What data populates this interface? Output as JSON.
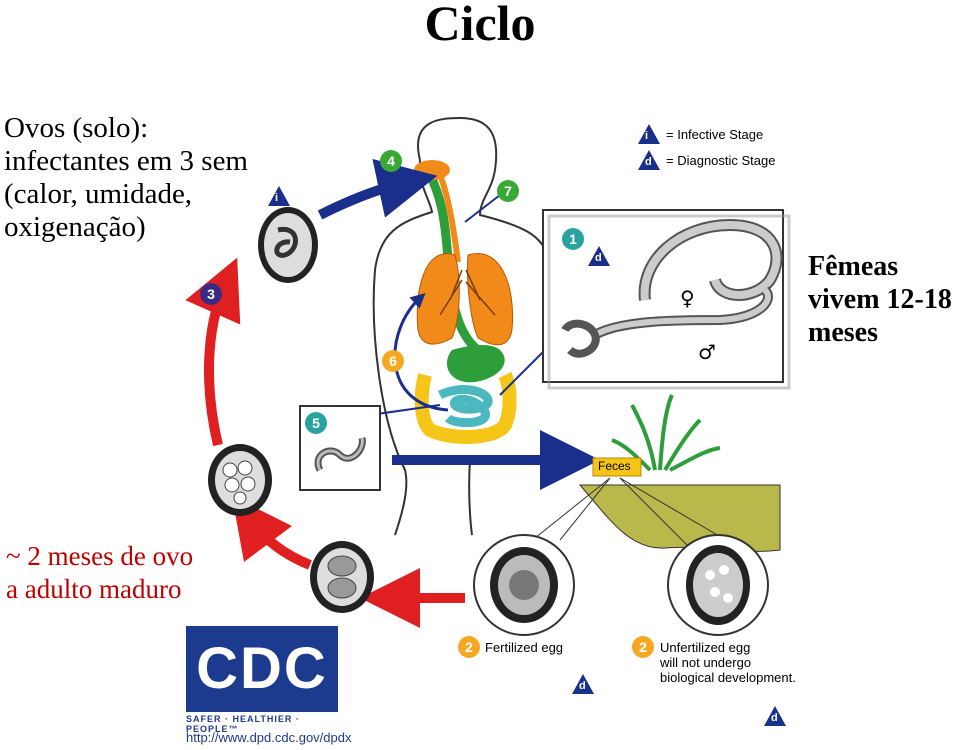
{
  "title": "Ciclo",
  "notes": {
    "eggs_soil": "Ovos (solo):\ninfectantes em 3 sem\n(calor, umidade,\noxigenação)",
    "females": "Fêmeas\nvivem 12-18\nmeses",
    "timing": "~ 2 meses de ovo\na adulto maduro"
  },
  "legend": {
    "infective_letter": "i",
    "infective_label": "= Infective Stage",
    "diagnostic_letter": "d",
    "diagnostic_label": "= Diagnostic Stage"
  },
  "stages": {
    "s1": "1",
    "s2a": "2",
    "s2b": "2",
    "s3": "3",
    "s4": "4",
    "s5": "5",
    "s6": "6",
    "s7": "7"
  },
  "labels": {
    "feces": "Feces",
    "fertilized_egg": "Fertilized egg",
    "unfertilized_egg": "Unfertilized egg\nwill not undergo\nbiological development.",
    "female_symbol": "♀",
    "male_symbol": "♂"
  },
  "cdc": {
    "logo": "CDC",
    "tagline": "SAFER · HEALTHIER · PEOPLE™",
    "url": "http://www.dpd.cdc.gov/dpdx"
  },
  "colors": {
    "red_arrow": "#e02020",
    "blue_arrow": "#1a2e8c",
    "stage_green": "#39a935",
    "stage_orange": "#f7a823",
    "stage_purple": "#3b2a82",
    "stage_teal": "#2aa3a0",
    "intestine_yellow": "#f5c518",
    "intestine_teal": "#4bb8c0",
    "lung_orange": "#f28a1a",
    "esophagus_green": "#2e9e3a"
  }
}
